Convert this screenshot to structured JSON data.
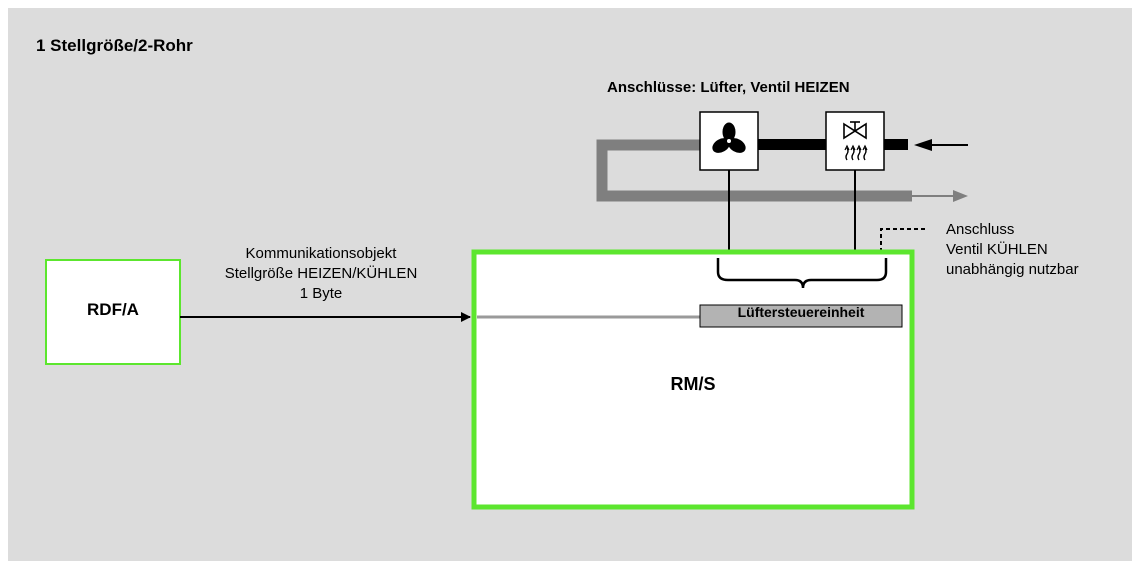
{
  "diagram": {
    "title": "1 Stellgröße/2-Rohr",
    "connections_heading": "Anschlüsse: Lüfter, Ventil HEIZEN",
    "communication_object": {
      "line1": "Kommunikationsobjekt",
      "line2": "Stellgröße HEIZEN/KÜHLEN",
      "line3": "1 Byte"
    },
    "side_note": {
      "line1": "Anschluss",
      "line2": "Ventil KÜHLEN",
      "line3": "unabhängig nutzbar"
    },
    "sender_box_label": "RDF/A",
    "actuator_box_label": "RM/S",
    "fan_control_unit_label": "Lüftersteuereinheit",
    "icons": [
      "fan-icon",
      "heating-valve-icon"
    ],
    "colors": {
      "background": "#dcdcdc",
      "highlight_border": "#5ce62e",
      "pipe_gray": "#7f7f7f",
      "connector_gray": "#9a9a9a",
      "unit_fill": "#b3b3b3"
    }
  }
}
